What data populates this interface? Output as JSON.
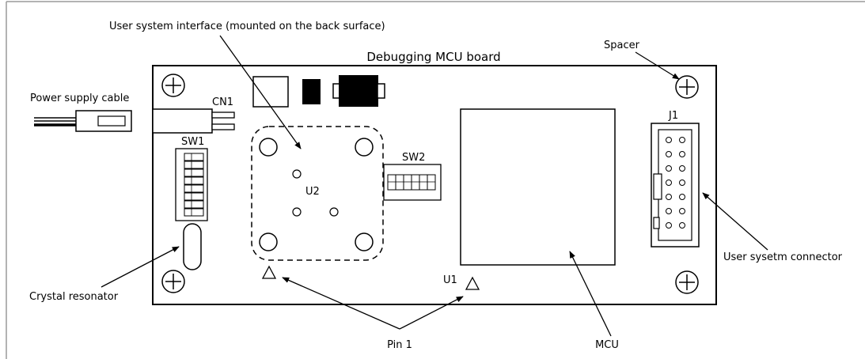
{
  "diagram": {
    "board_title": "Debugging MCU board",
    "labels": {
      "user_system_interface": "User system interface (mounted on the back surface)",
      "spacer": "Spacer",
      "power_supply_cable": "Power supply cable",
      "cn1": "CN1",
      "sw1": "SW1",
      "sw2": "SW2",
      "u2": "U2",
      "u1": "U1",
      "j1": "J1",
      "user_system_connector": "User sysetm connector",
      "crystal_resonator": "Crystal resonator",
      "pin1": "Pin 1",
      "mcu": "MCU"
    },
    "colors": {
      "line": "#000000",
      "frame": "#9a9a9a",
      "component_fill": "#000000",
      "background": "#ffffff"
    }
  }
}
